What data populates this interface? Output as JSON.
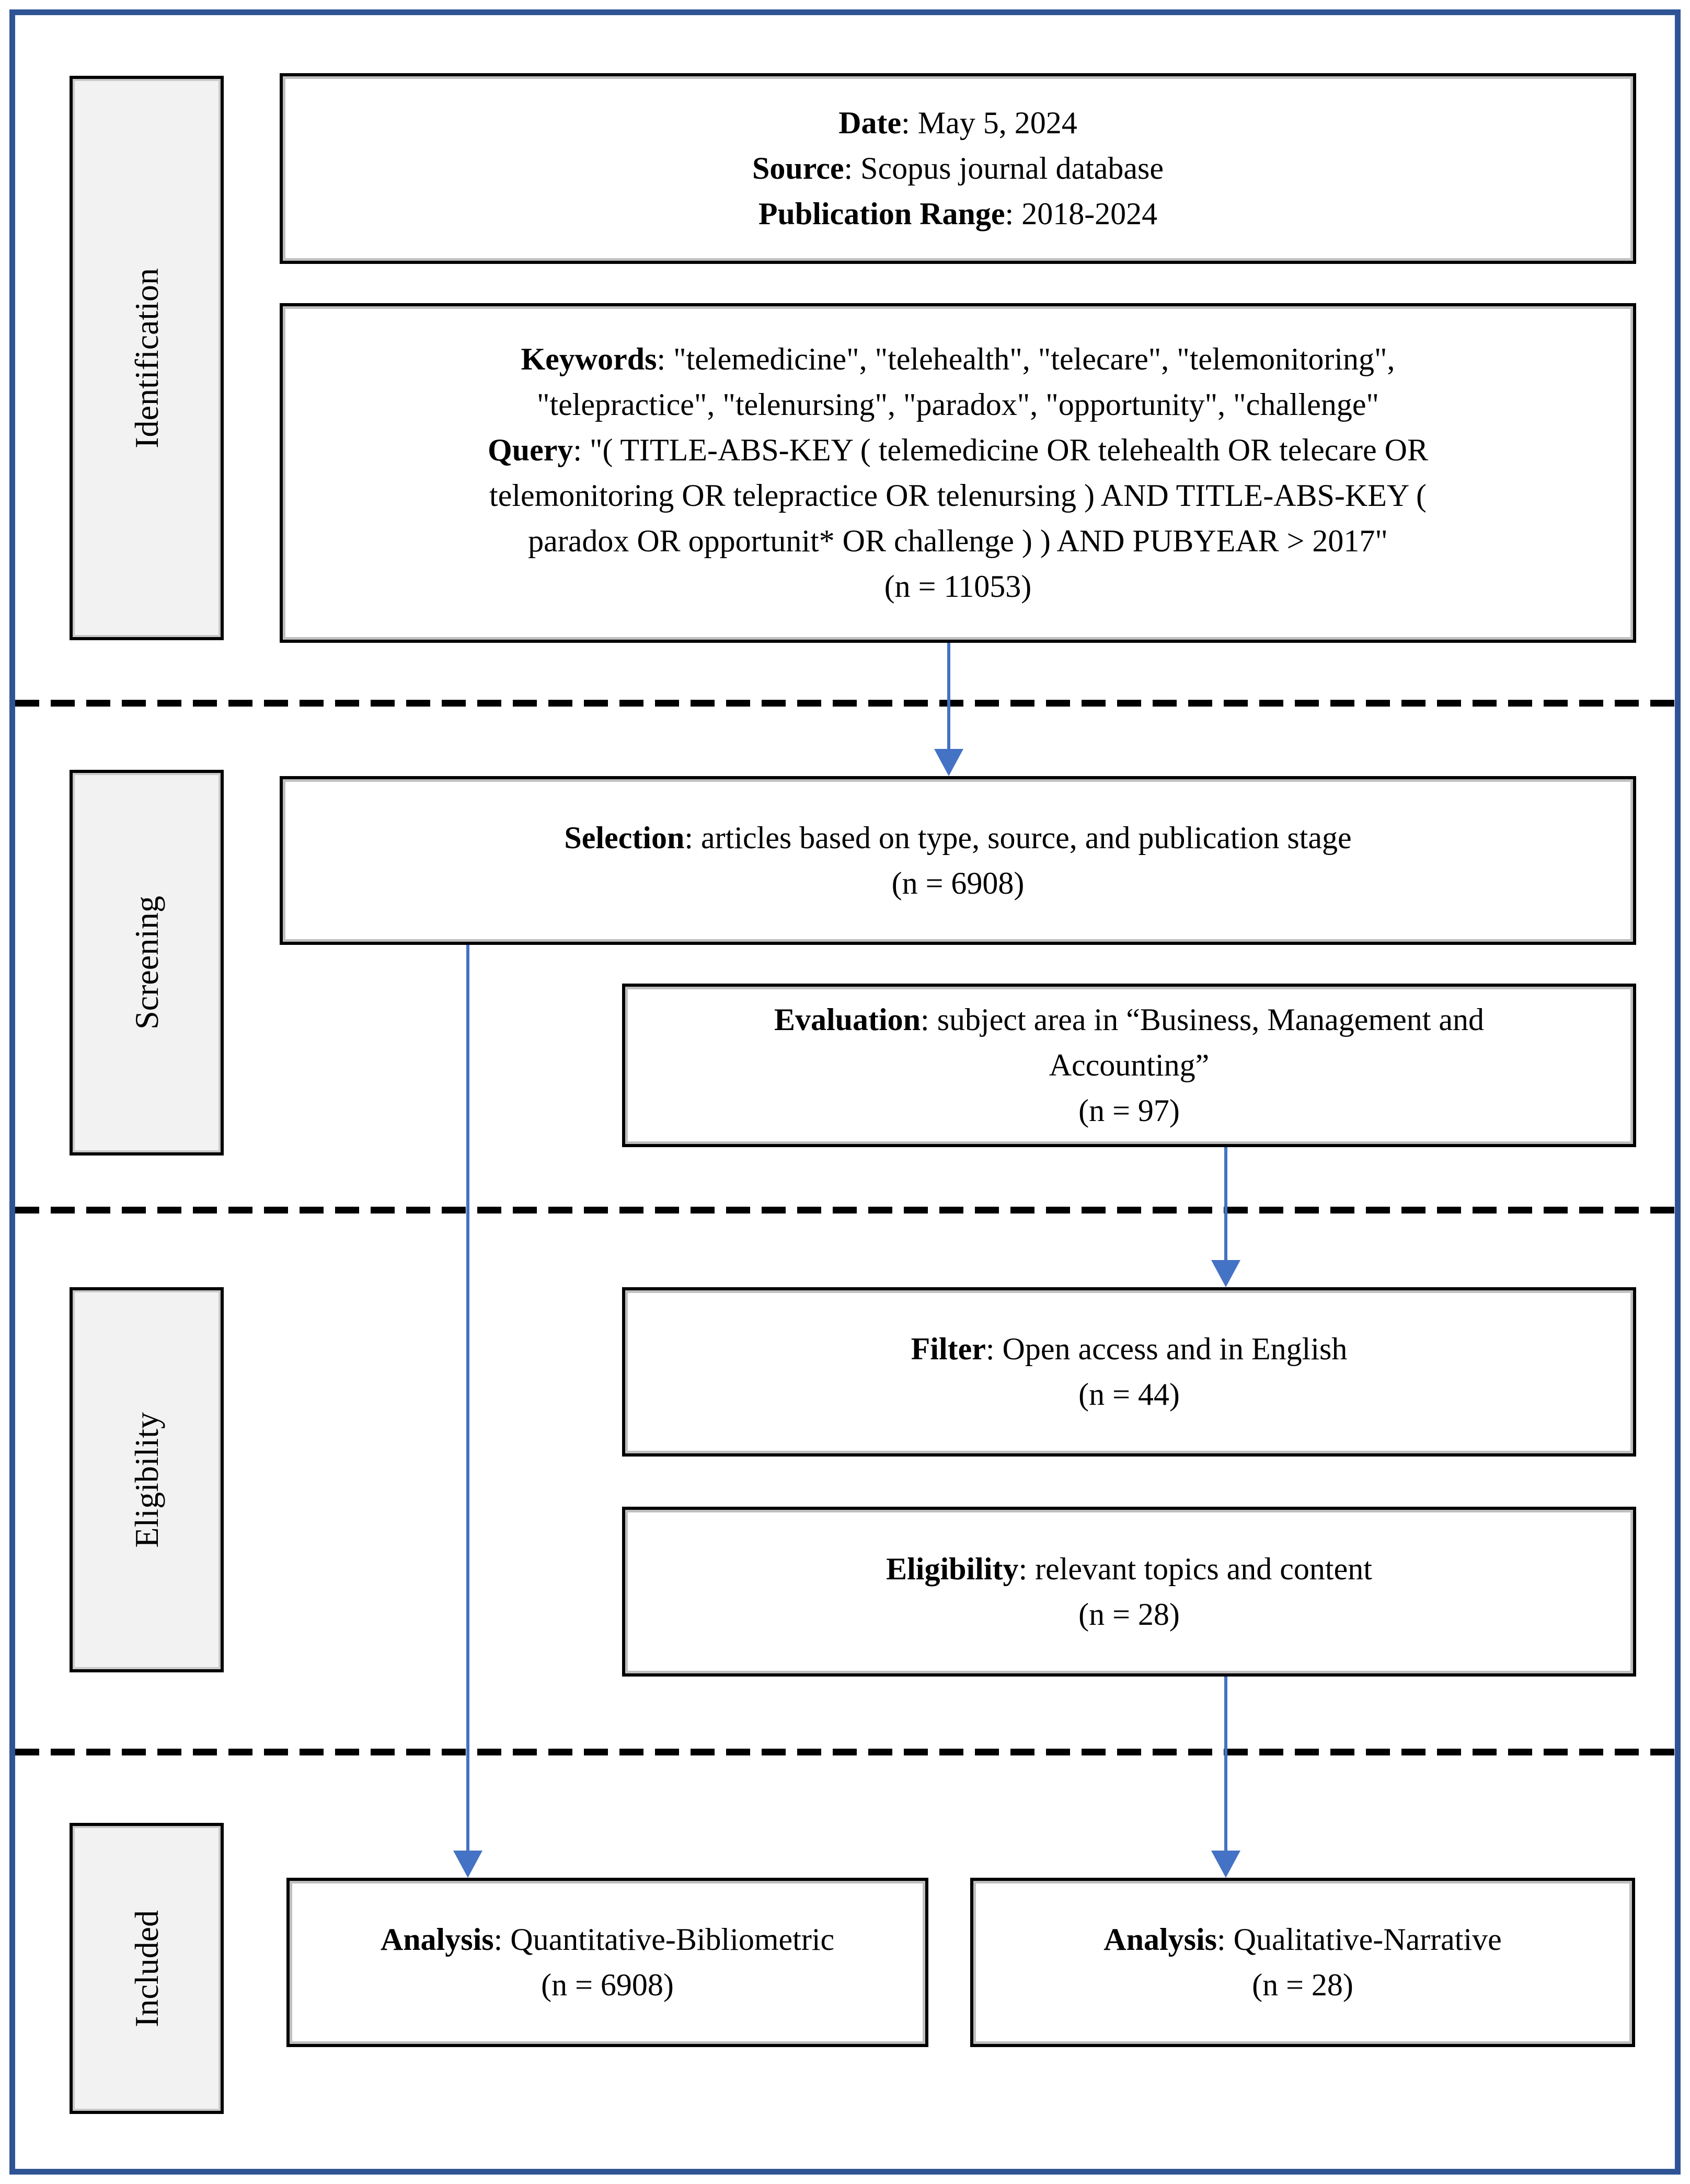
{
  "diagram": {
    "type": "prisma-style-flowchart",
    "colors": {
      "frame": "#2F5496",
      "arrow": "#4472C4",
      "stage_fill": "#F2F2F2",
      "box_border": "#000000"
    },
    "stages": [
      {
        "label": "Identification"
      },
      {
        "label": "Screening"
      },
      {
        "label": "Eligibility"
      },
      {
        "label": "Included"
      }
    ],
    "boxes": {
      "info": {
        "l1_label": "Date",
        "l1_text": ": May 5, 2024",
        "l2_label": "Source",
        "l2_text": ": Scopus journal database",
        "l3_label": "Publication Range",
        "l3_text": ": 2018-2024"
      },
      "keywords": {
        "l1_label": "Keywords",
        "l1_text": ": \"telemedicine\", \"telehealth\", \"telecare\", \"telemonitoring\",",
        "l2_text": "\"telepractice\", \"telenursing\", \"paradox\", \"opportunity\", \"challenge\"",
        "l3_label": "Query",
        "l3_text": ": \"( TITLE-ABS-KEY ( telemedicine OR telehealth OR telecare OR",
        "l4_text": "telemonitoring OR telepractice OR telenursing ) AND TITLE-ABS-KEY (",
        "l5_text": "paradox OR opportunit* OR challenge ) ) AND PUBYEAR > 2017\"",
        "count": "(n = 11053)"
      },
      "selection": {
        "label": "Selection",
        "text": ": articles based on type, source, and publication stage",
        "count": "(n = 6908)"
      },
      "evaluation": {
        "label": "Evaluation",
        "text": ": subject area in “Business, Management and",
        "text2": "Accounting”",
        "count": "(n = 97)"
      },
      "filter": {
        "label": "Filter",
        "text": ": Open access and in English",
        "count": "(n = 44)"
      },
      "eligibility": {
        "label": "Eligibility",
        "text": ": relevant topics and content",
        "count": "(n = 28)"
      },
      "analysis_bibliometric": {
        "label": "Analysis",
        "text": ": Quantitative-Bibliometric",
        "count": "(n = 6908)"
      },
      "analysis_narrative": {
        "label": "Analysis",
        "text": ": Qualitative-Narrative",
        "count": "(n = 28)"
      }
    }
  }
}
